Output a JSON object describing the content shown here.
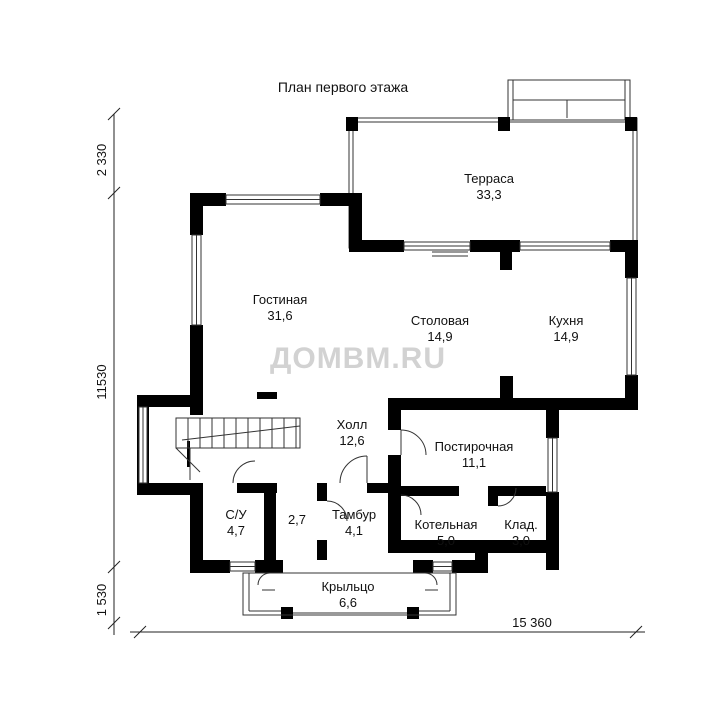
{
  "title": "План первого этажа",
  "watermark": "ДОМВМ.RU",
  "rooms": {
    "terrace": {
      "name": "Терраса",
      "area": "33,3"
    },
    "living": {
      "name": "Гостиная",
      "area": "31,6"
    },
    "dining": {
      "name": "Столовая",
      "area": "14,9"
    },
    "kitchen": {
      "name": "Кухня",
      "area": "14,9"
    },
    "hall": {
      "name": "Холл",
      "area": "12,6"
    },
    "laundry": {
      "name": "Постирочная",
      "area": "11,1"
    },
    "wc": {
      "name": "С/У",
      "area": "4,7"
    },
    "closet": {
      "name": "",
      "area": "2,7"
    },
    "vestibule": {
      "name": "Тамбур",
      "area": "4,1"
    },
    "boiler": {
      "name": "Котельная",
      "area": "5,0"
    },
    "pantry": {
      "name": "Клад.",
      "area": "3,0"
    },
    "porch": {
      "name": "Крыльцо",
      "area": "6,6"
    }
  },
  "dimensions": {
    "left_top": "2 330",
    "left_middle": "11530",
    "left_bottom": "1 530",
    "bottom_width": "15 360"
  }
}
